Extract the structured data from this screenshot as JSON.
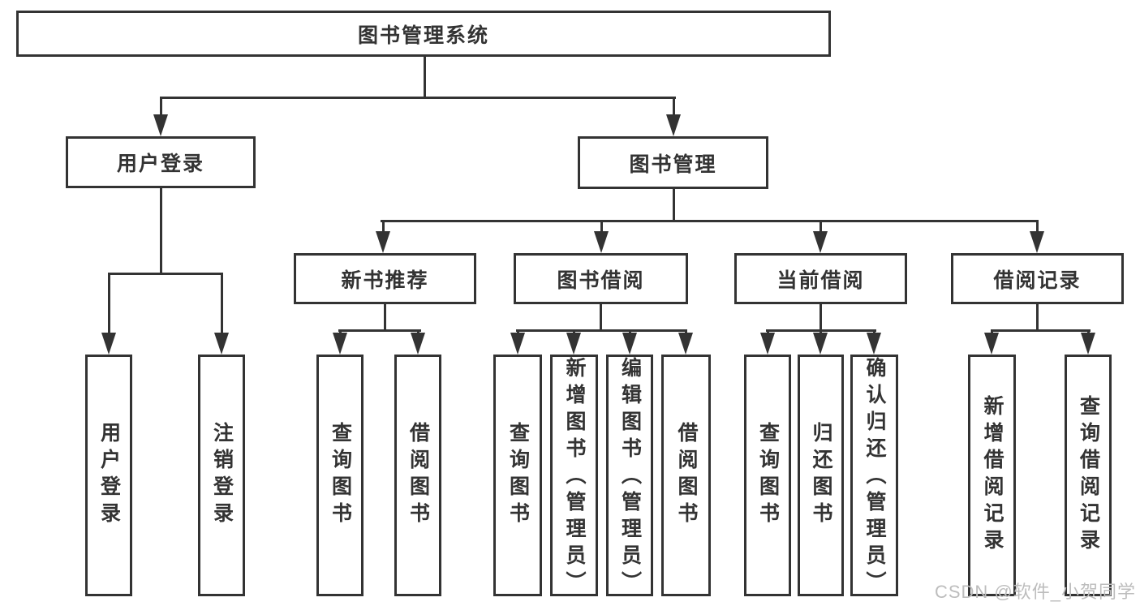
{
  "diagram": {
    "root": {
      "label": "图书管理系统"
    },
    "level2": [
      {
        "label": "用户登录"
      },
      {
        "label": "图书管理"
      }
    ],
    "level3": [
      {
        "label": "新书推荐"
      },
      {
        "label": "图书借阅"
      },
      {
        "label": "当前借阅"
      },
      {
        "label": "借阅记录"
      }
    ],
    "leaves": [
      {
        "label": "用户登录"
      },
      {
        "label": "注销登录"
      },
      {
        "label": "查询图书"
      },
      {
        "label": "借阅图书"
      },
      {
        "label": "查询图书"
      },
      {
        "label": "新增图书（管理员）"
      },
      {
        "label": "编辑图书（管理员）"
      },
      {
        "label": "借阅图书"
      },
      {
        "label": "查询图书"
      },
      {
        "label": "归还图书"
      },
      {
        "label": "确认归还（管理员）"
      },
      {
        "label": "新增借阅记录"
      },
      {
        "label": "查询借阅记录"
      }
    ]
  },
  "watermark": {
    "text": "CSDN @软件_小贺同学",
    "color": "#bdbdbd"
  },
  "colors": {
    "line": "#333333",
    "node_border": "#333333",
    "node_text": "#333333",
    "background": "#ffffff"
  }
}
